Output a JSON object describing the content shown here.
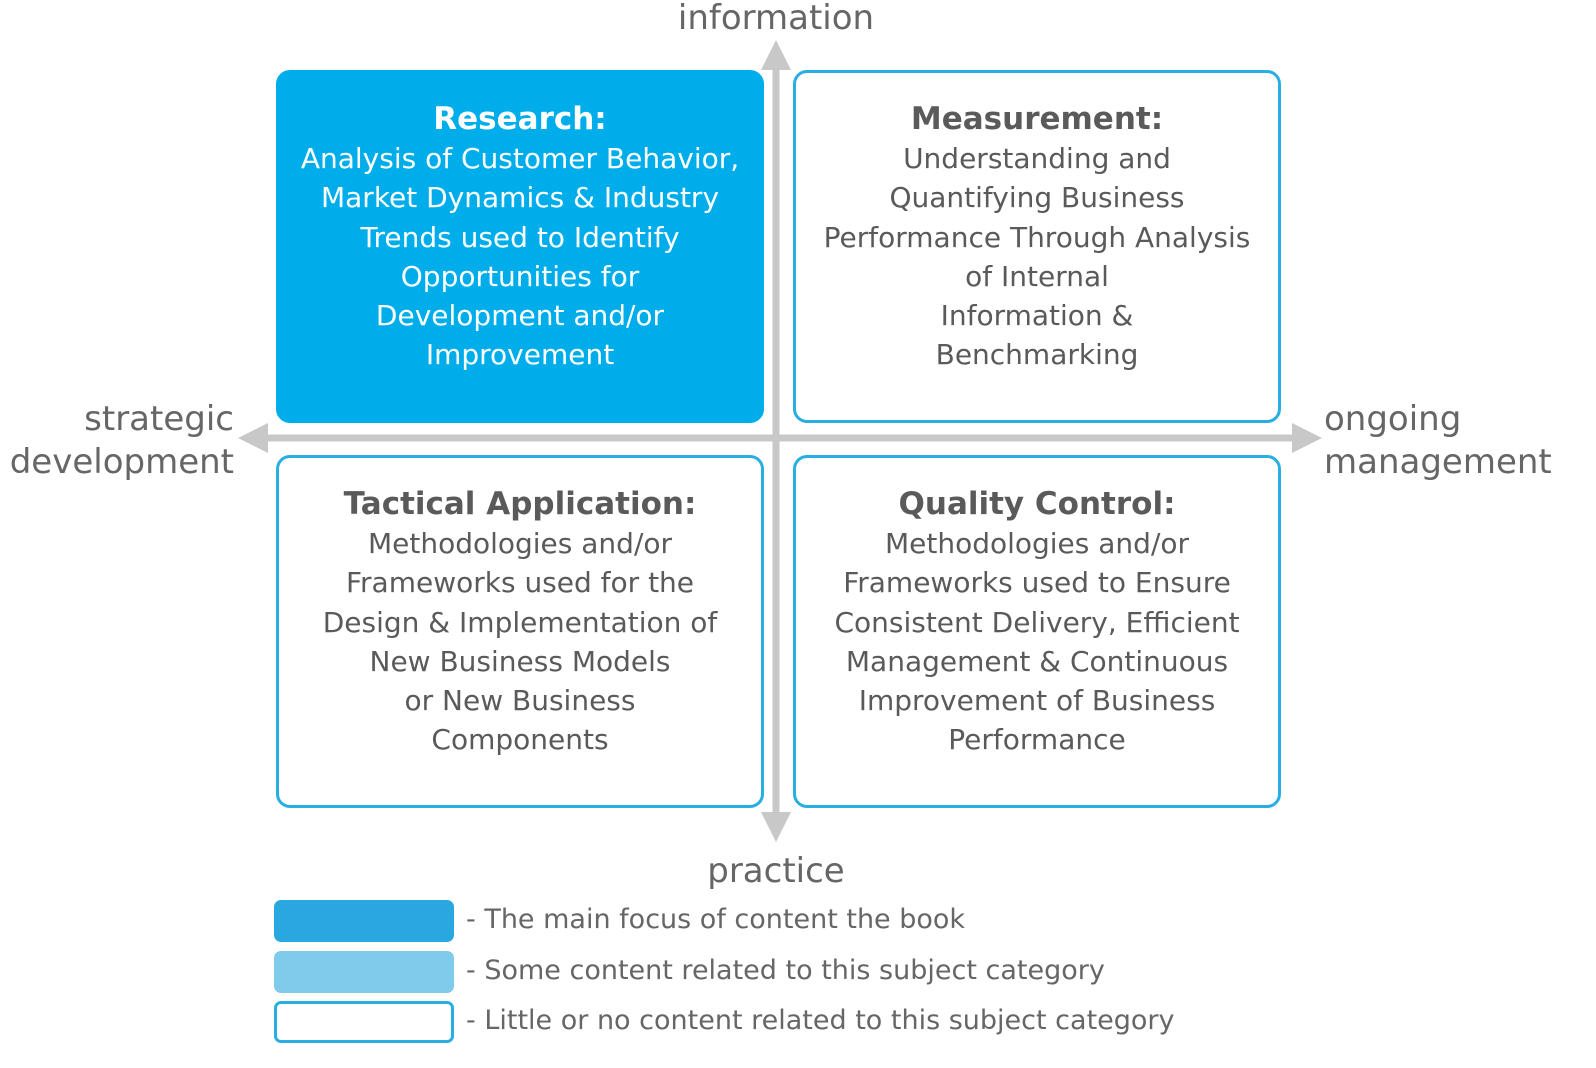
{
  "axes": {
    "top": "information",
    "bottom": "practice",
    "left": [
      "strategic",
      "development"
    ],
    "right": [
      "ongoing",
      "management"
    ],
    "line_color": "#c8c8c8"
  },
  "quadrants": [
    {
      "id": "research",
      "title": "Research:",
      "lines": [
        "Analysis of Customer Behavior,",
        "Market Dynamics & Industry",
        "Trends used to Identify",
        "Opportunities for",
        "Development and/or",
        "Improvement"
      ],
      "style": "main-focus"
    },
    {
      "id": "measurement",
      "title": "Measurement:",
      "lines": [
        "Understanding and",
        "Quantifying Business",
        "Performance Through Analysis",
        "of Internal",
        "Information &",
        "Benchmarking"
      ],
      "style": "little-or-none"
    },
    {
      "id": "tactical",
      "title": "Tactical Application:",
      "lines": [
        "Methodologies and/or",
        "Frameworks used for the",
        "Design & Implementation of",
        "New Business Models",
        "or New Business",
        "Components"
      ],
      "style": "little-or-none"
    },
    {
      "id": "quality",
      "title": "Quality Control:",
      "lines": [
        "Methodologies and/or",
        "Frameworks used to Ensure",
        "Consistent Delivery, Efficient",
        "Management & Continuous",
        "Improvement of Business",
        "Performance"
      ],
      "style": "little-or-none"
    }
  ],
  "legend": [
    {
      "text": "- The main focus of content the book",
      "fill": "#29a8e0",
      "border": "#29a8e0"
    },
    {
      "text": "- Some content related to this subject category",
      "fill": "#7ecbec",
      "border": "#7ecbec"
    },
    {
      "text": "- Little or no content related to this subject category",
      "fill": "#ffffff",
      "border": "#29aee3"
    }
  ],
  "colors": {
    "main_focus": "#00adeb",
    "outline": "#29aee3",
    "text": "#5a5a5a"
  }
}
